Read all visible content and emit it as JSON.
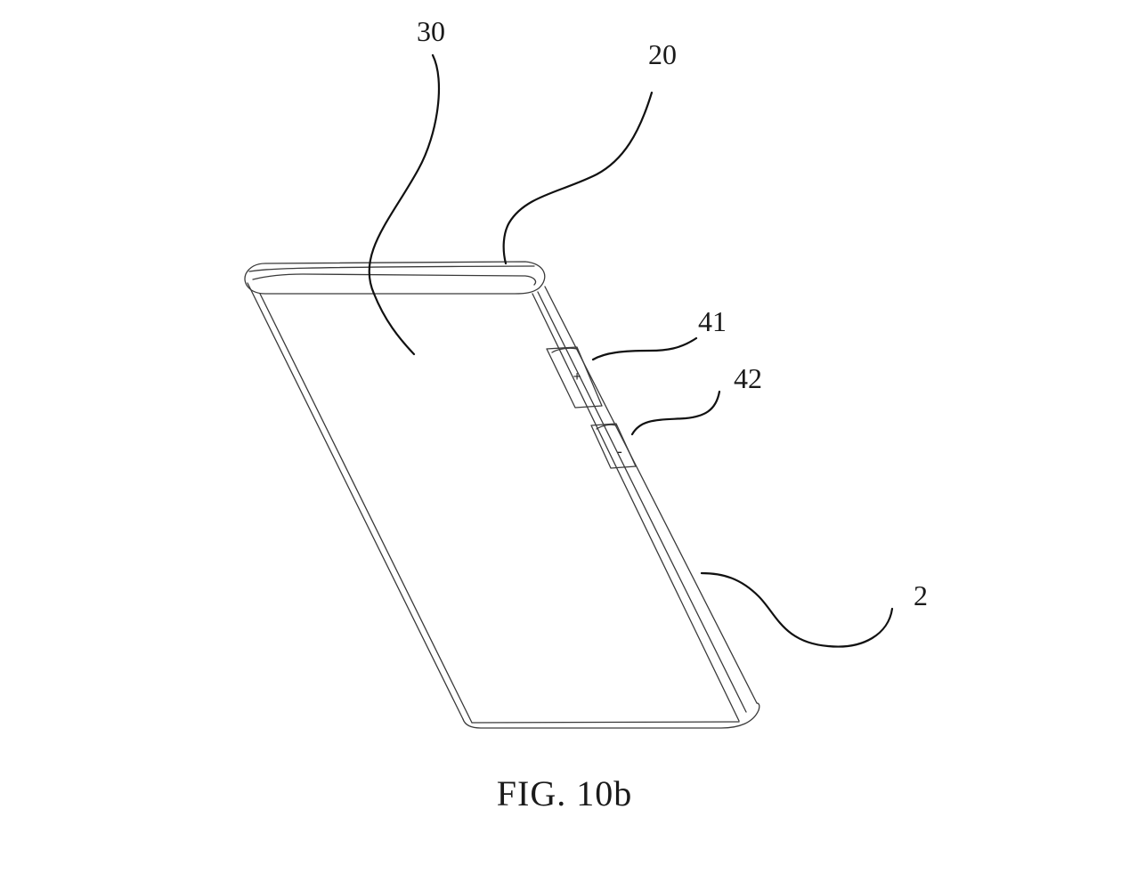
{
  "figure": {
    "caption": "FIG. 10b",
    "reference_labels": {
      "label_30": "30",
      "label_20": "20",
      "label_41": "41",
      "label_42": "42",
      "label_2": "2"
    },
    "button_symbols": {
      "plus": "+",
      "minus": "-"
    }
  }
}
